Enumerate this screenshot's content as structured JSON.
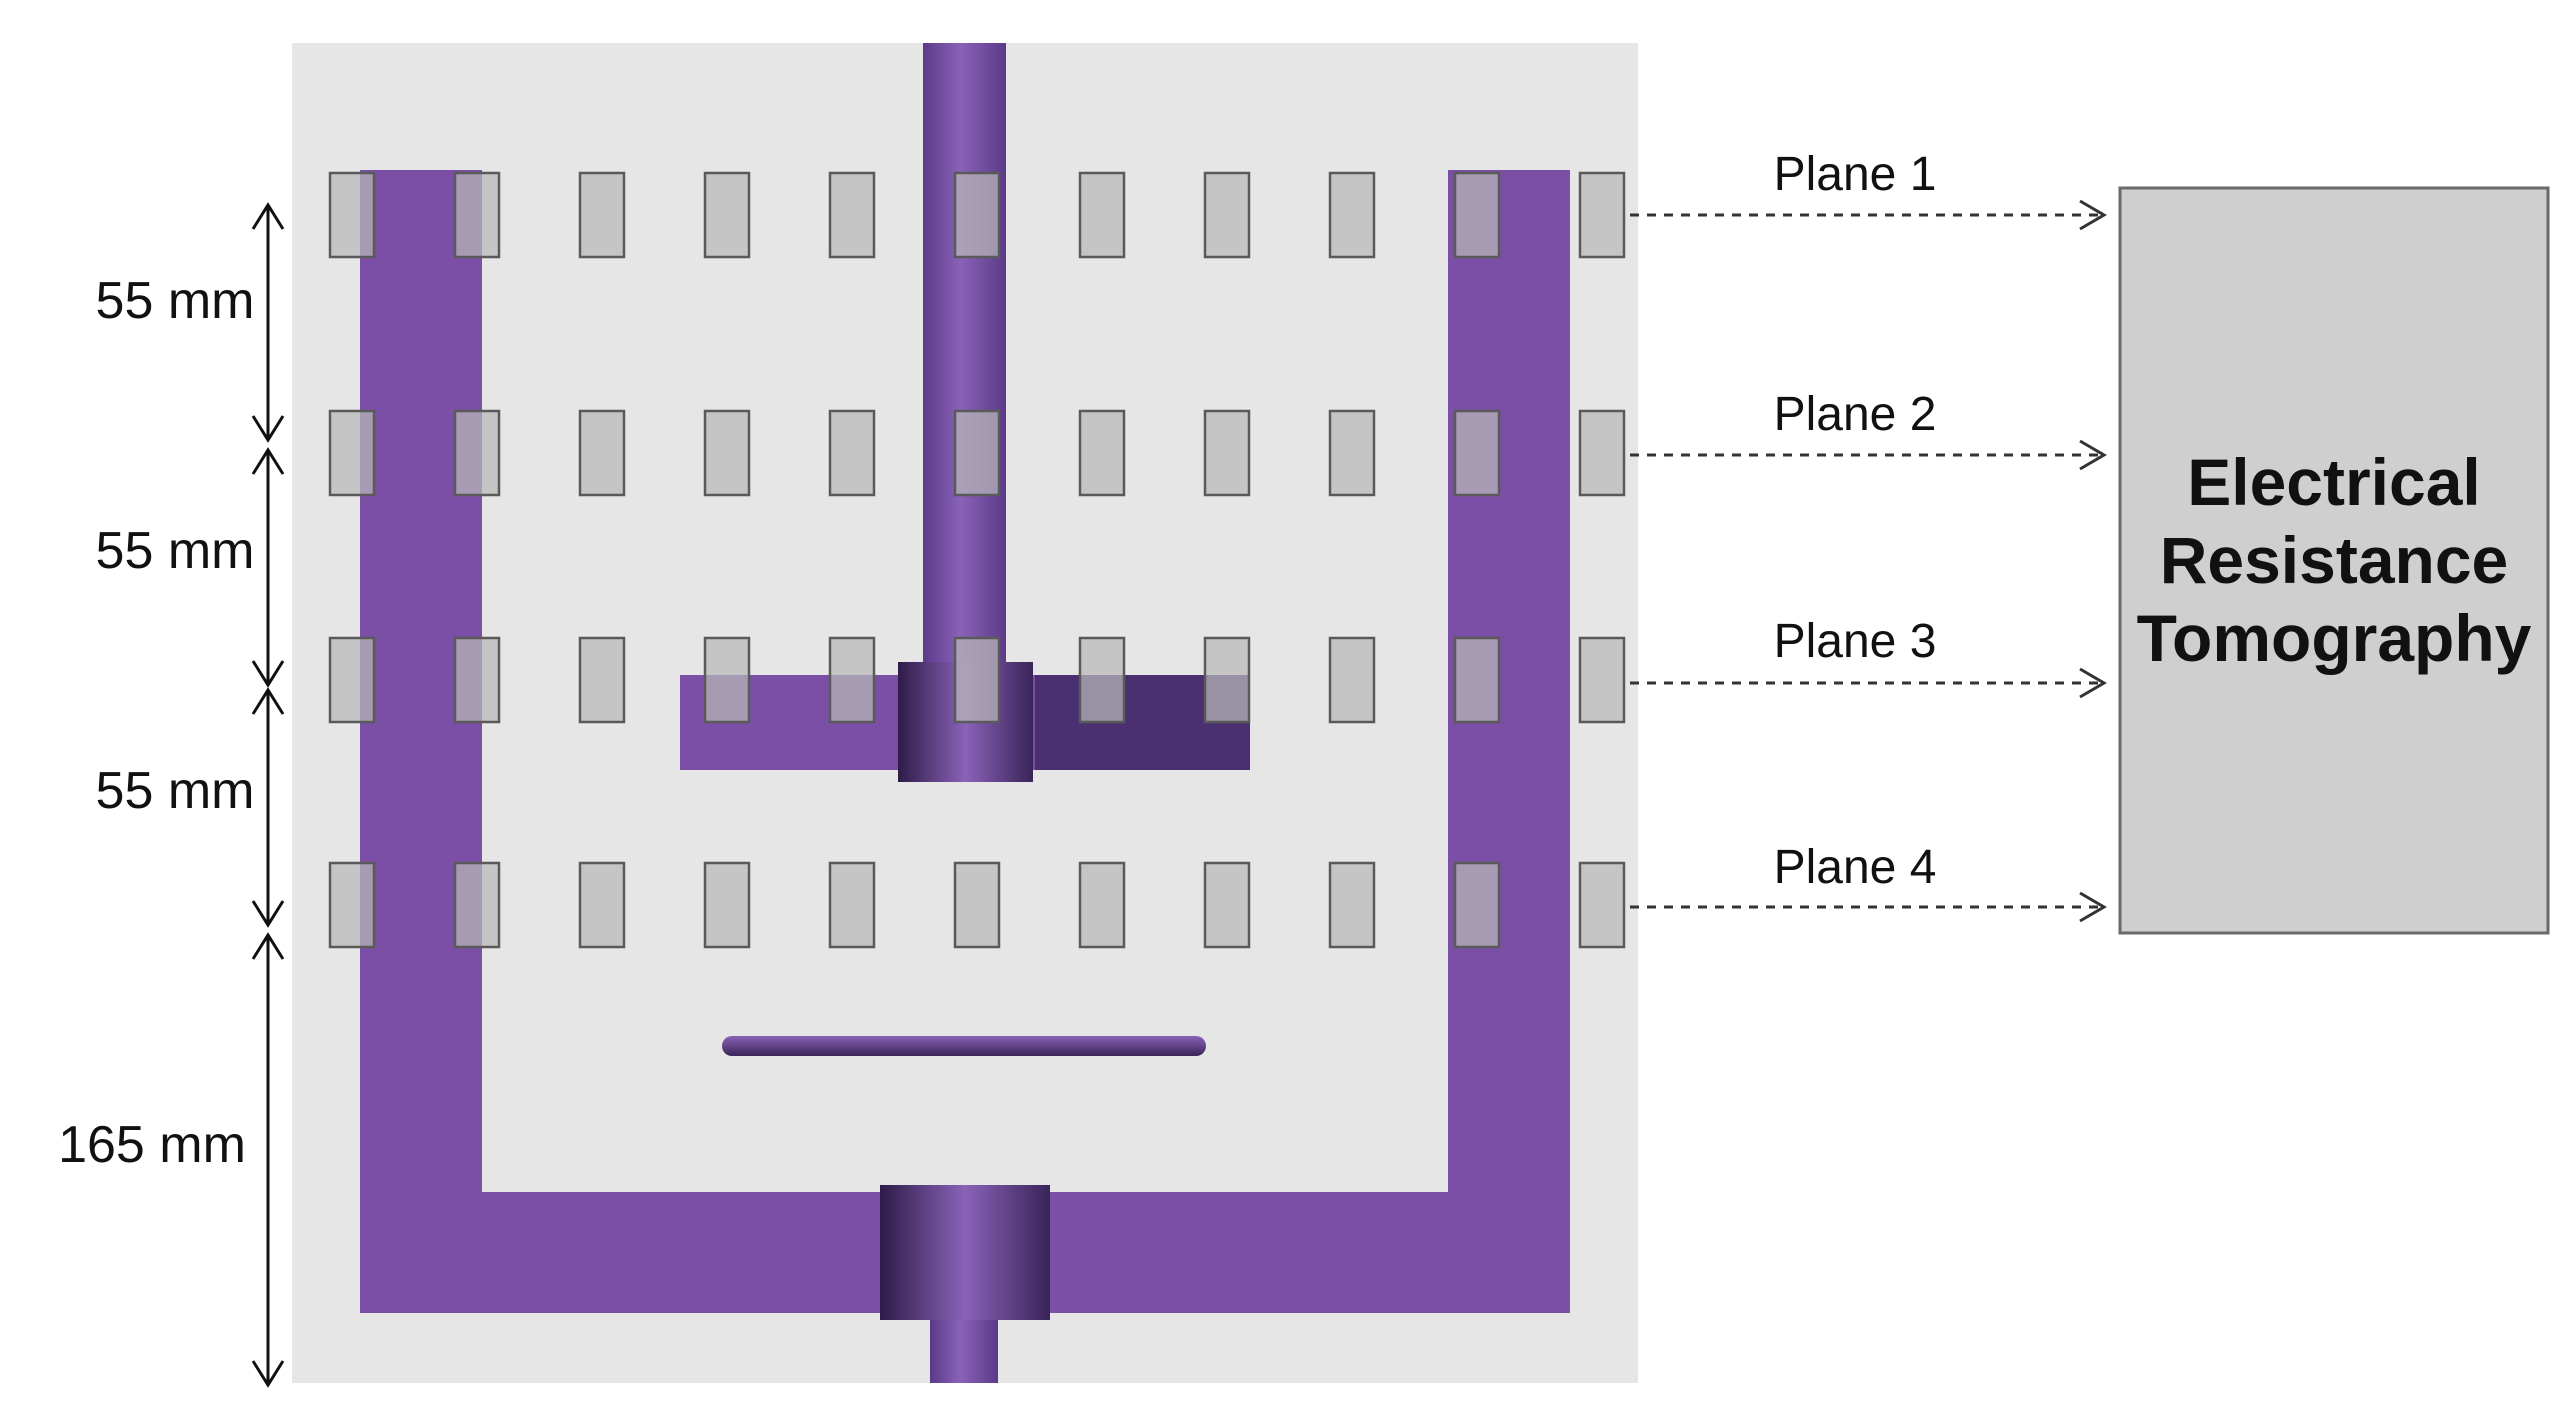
{
  "dimensions": [
    {
      "label": "55 mm"
    },
    {
      "label": "55 mm"
    },
    {
      "label": "55 mm"
    },
    {
      "label": "165 mm"
    }
  ],
  "planes": [
    {
      "label": "Plane 1"
    },
    {
      "label": "Plane 2"
    },
    {
      "label": "Plane 3"
    },
    {
      "label": "Plane 4"
    }
  ],
  "system_box": {
    "lines": [
      "Electrical",
      "Resistance",
      "Tomography"
    ]
  },
  "colors": {
    "vessel_background": "#e6e6e6",
    "impeller_purple": "#7a4fa5",
    "impeller_dark": "#4a3070",
    "electrode_fill": "#bdbdbd",
    "box_fill": "#cfcfcf"
  },
  "electrodes_per_plane": 11
}
